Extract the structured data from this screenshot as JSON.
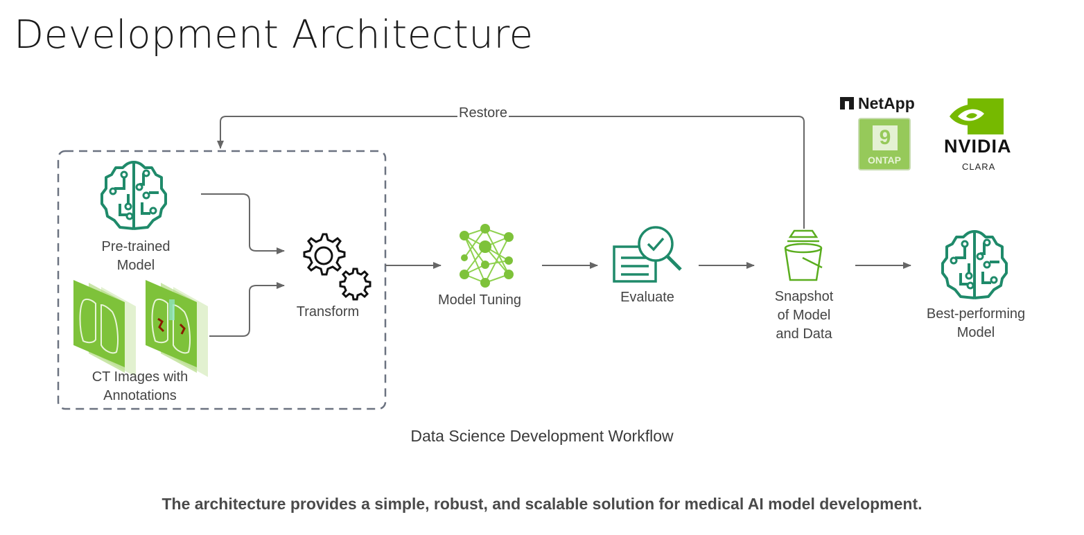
{
  "title": "Development Architecture",
  "diagram": {
    "restore_label": "Restore",
    "nodes": {
      "pretrained": "Pre-trained\nModel",
      "ct_images": "CT Images with\nAnnotations",
      "transform": "Transform",
      "model_tuning": "Model Tuning",
      "evaluate": "Evaluate",
      "snapshot": "Snapshot\nof Model\nand Data",
      "best_model": "Best-performing\nModel"
    },
    "icons": {
      "pretrained": "brain-circuit-icon",
      "ct_images": "lung-ct-scan-icon",
      "transform": "gears-icon",
      "model_tuning": "neural-network-icon",
      "evaluate": "document-magnifier-check-icon",
      "snapshot": "bucket-icon",
      "best_model": "brain-circuit-icon"
    },
    "caption": "Data Science Development Workflow"
  },
  "logos": {
    "netapp": "NetApp",
    "ontap_number": "9",
    "ontap": "ONTAP",
    "nvidia": "NVIDIA",
    "clara": "CLARA"
  },
  "colors": {
    "teal": "#1f8a6a",
    "lime": "#76b900",
    "light_green": "#96c95a",
    "arrow": "#666666"
  },
  "footer": "The architecture provides a simple, robust, and scalable solution for medical AI model development."
}
